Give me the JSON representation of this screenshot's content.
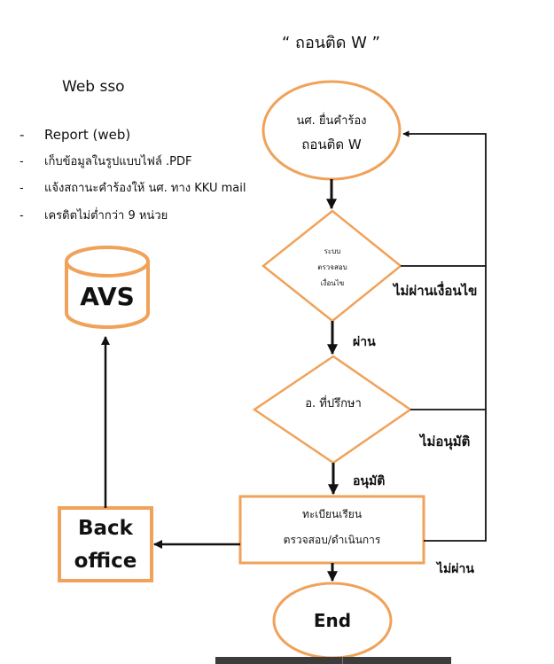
{
  "page_title": "“ ถอนติด W ”",
  "side_title": "Web sso",
  "notes": [
    "Report (web)",
    "เก็บข้อมูลในรูปแบบไฟล์ .PDF",
    "แจ้งสถานะคำร้องให้ นศ. ทาง KKU mail",
    "เครดิตไม่ต่ำกว่า 9 หน่วย"
  ],
  "bullet": "-",
  "nodes": {
    "start_line1": "นศ. ยื่นคำร้อง",
    "start_line2": "ถอนติด W",
    "check_line1": "ระบบ",
    "check_line2": "ตรวจสอบ",
    "check_line3": "เงื่อนไข",
    "advisor": "อ. ที่ปรึกษา",
    "registry_line1": "ทะเบียนเรียน",
    "registry_line2": "ตรวจสอบ/ดำเนินการ",
    "end": "End",
    "back_office_line1": "Back",
    "back_office_line2": "office",
    "avs": "AVS"
  },
  "edge_labels": {
    "fail_condition": "ไม่ผ่านเงื่อนไข",
    "pass": "ผ่าน",
    "not_approved": "ไม่อนุมัติ",
    "approved": "อนุมัติ",
    "fail": "ไม่ผ่าน"
  },
  "colors": {
    "accent": "#f0a25a",
    "line": "#111111"
  }
}
